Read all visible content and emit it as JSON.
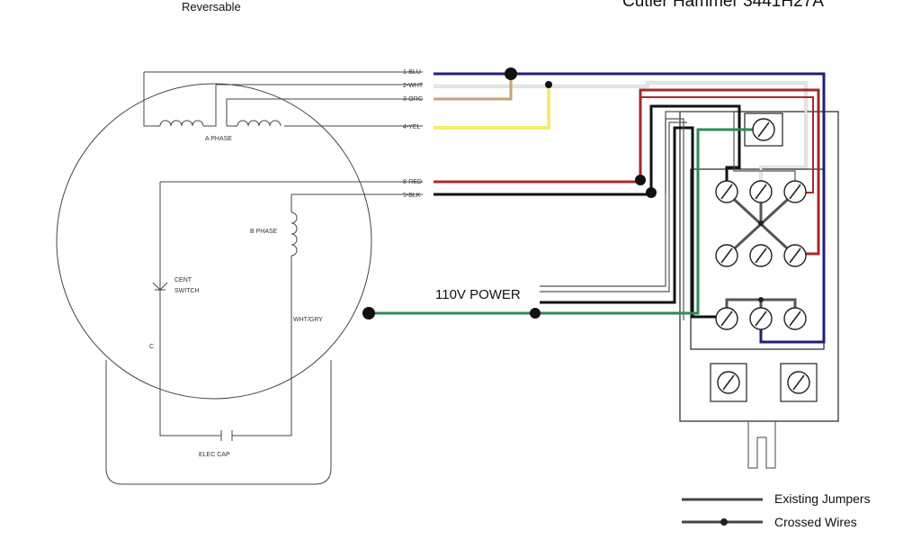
{
  "header": {
    "left_title": "Reversable",
    "right_title": "Cutler Hammer 3441H27A"
  },
  "motor": {
    "a_phase": "A PHASE",
    "b_phase": "B PHASE",
    "switch": [
      "CENT",
      "SWITCH"
    ],
    "wire_wht_gry": "WHT/GRY",
    "elec_cap": "ELEC CAP",
    "c_mark": "C"
  },
  "leads": [
    "1-BLU",
    "2-WHT",
    "3-ORG",
    "4-YEL",
    "8-RED",
    "5-BLK"
  ],
  "power_label": "110V POWER",
  "legend": {
    "existing": "Existing Jumpers",
    "crossed": "Crossed Wires"
  },
  "colors": {
    "blue": "#1f1f7a",
    "white_wire": "#d0d0d0",
    "orange": "#c9a27a",
    "yellow": "#f4ec6c",
    "red": "#a52a2a",
    "black": "#111111",
    "green": "#2e8b57"
  }
}
